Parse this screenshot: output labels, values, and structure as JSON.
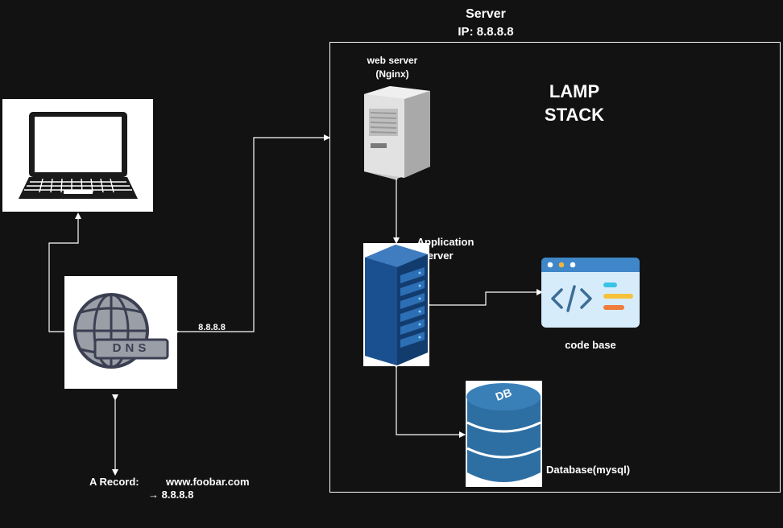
{
  "server": {
    "title": "Server",
    "ip": "IP: 8.8.8.8",
    "stack_line1": "LAMP",
    "stack_line2": "STACK"
  },
  "web_server": {
    "line1": "web server",
    "line2": "(Nginx)"
  },
  "app_server": {
    "line1": "Application",
    "line2": "server"
  },
  "code_base": {
    "label": "code base"
  },
  "database": {
    "label": "Database(mysql)",
    "icon_text": "DB"
  },
  "dns": {
    "icon_text": "DNS",
    "edge_label": "8.8.8.8"
  },
  "a_record": {
    "prefix": "A Record:",
    "domain": "www.foobar.com",
    "target": "→ 8.8.8.8"
  },
  "colors": {
    "background": "#121212",
    "line": "#ffffff",
    "db_blue": "#2e6fa3",
    "rack_blue": "#1e4f8a",
    "code_bg": "#d7ecfb"
  }
}
